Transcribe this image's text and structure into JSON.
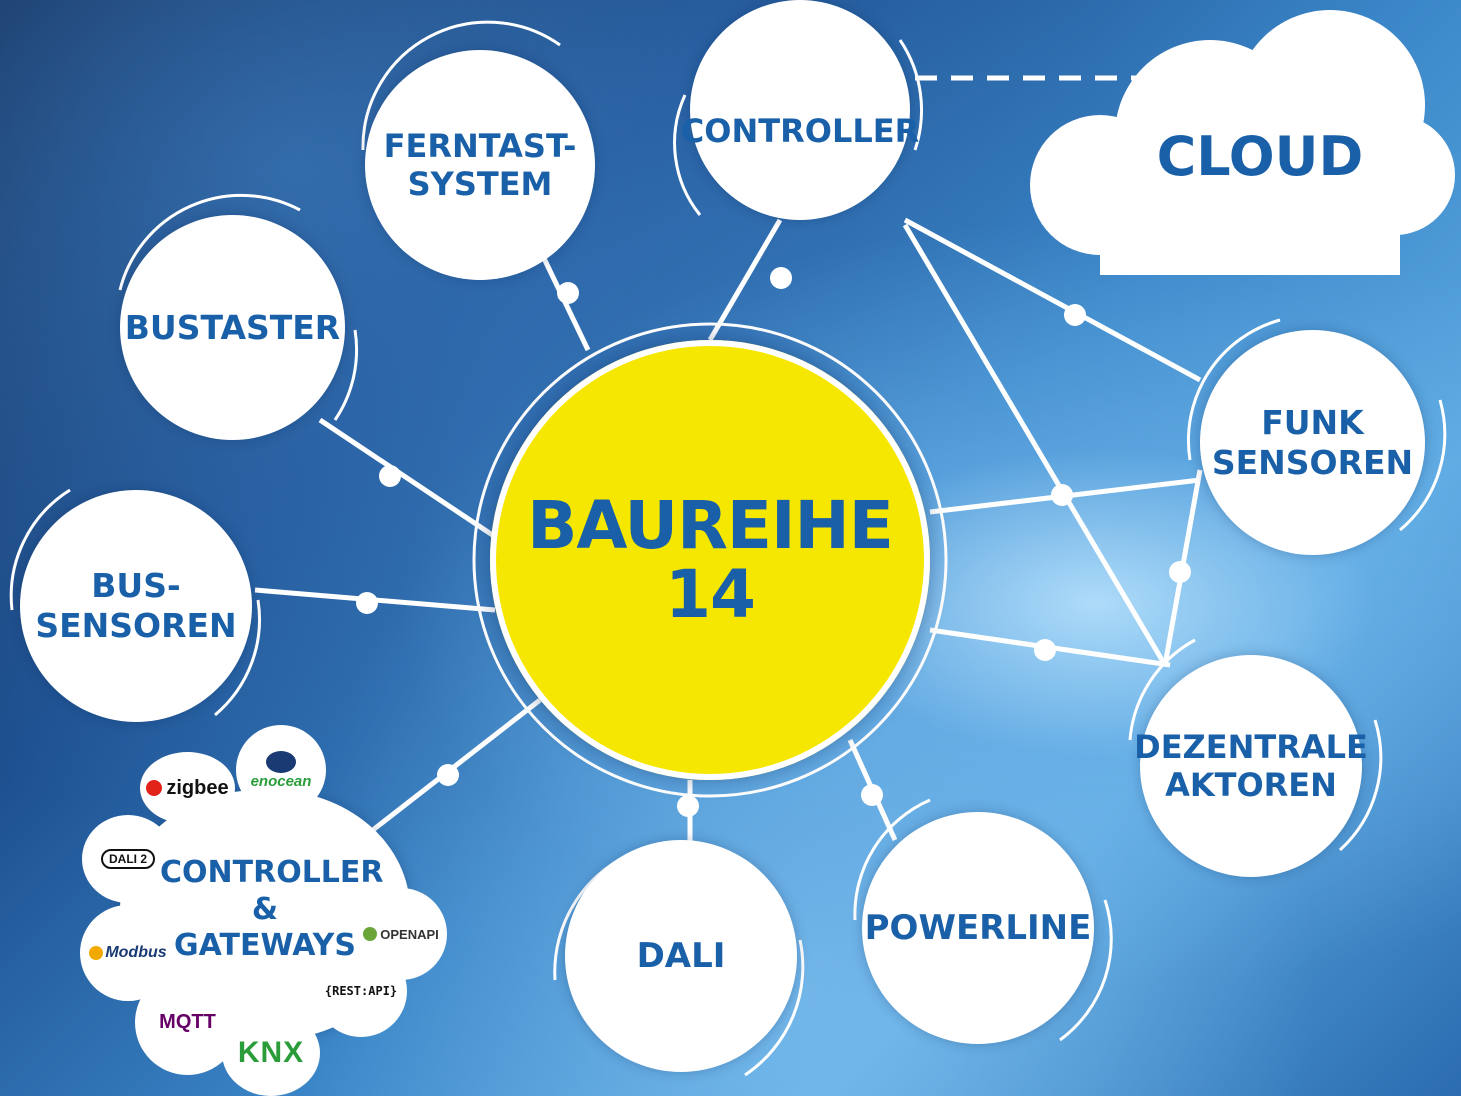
{
  "hub": {
    "label": "BAUREIHE\n14"
  },
  "cloud": {
    "label": "CLOUD"
  },
  "nodes": {
    "ferntast": "FERNTAST-\nSYSTEM",
    "controller": "CONTROLLER",
    "bustaster": "BUSTASTER",
    "bussensoren": "BUS-\nSENSOREN",
    "funk": "FUNK\nSENSOREN",
    "dezentrale": "DEZENTRALE\nAKTOREN",
    "powerline": "POWERLINE",
    "dali": "DALI"
  },
  "gateways": {
    "label": "CONTROLLER\n&\nGATEWAYS",
    "logos": {
      "zigbee": "zigbee",
      "enocean": "enocean",
      "dali2": "DALI 2",
      "modbus": "Modbus",
      "mqtt": "MQTT",
      "knx": "KNX",
      "restapi": "{REST:API}",
      "openapi": "OPENAPI"
    }
  },
  "colors": {
    "accent": "#1960a8",
    "hub": "#f6e700",
    "node": "#ffffff"
  }
}
